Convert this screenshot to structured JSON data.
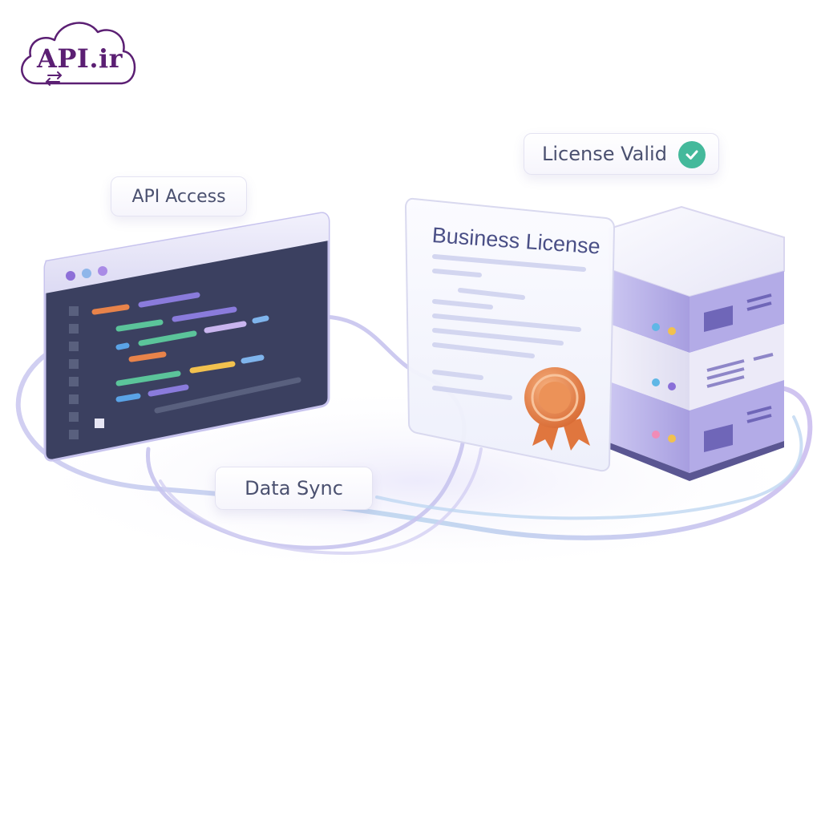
{
  "logo": {
    "text": "API.ir",
    "icon": "cloud-sync-icon"
  },
  "labels": {
    "api_access": "API Access",
    "data_sync": "Data Sync",
    "license_valid": "License Valid"
  },
  "certificate": {
    "title": "Business License",
    "seal_icon": "award-ribbon-icon"
  },
  "status": {
    "icon": "check-circle-icon",
    "color": "#44b99b"
  },
  "colors": {
    "brand": "#5b1f73",
    "code_panel": "#3b4060",
    "server_purple": "#b5aee8",
    "seal_orange": "#e8834a"
  },
  "icons": {
    "code_window": "code-editor-window-icon",
    "server": "server-rack-icon"
  }
}
